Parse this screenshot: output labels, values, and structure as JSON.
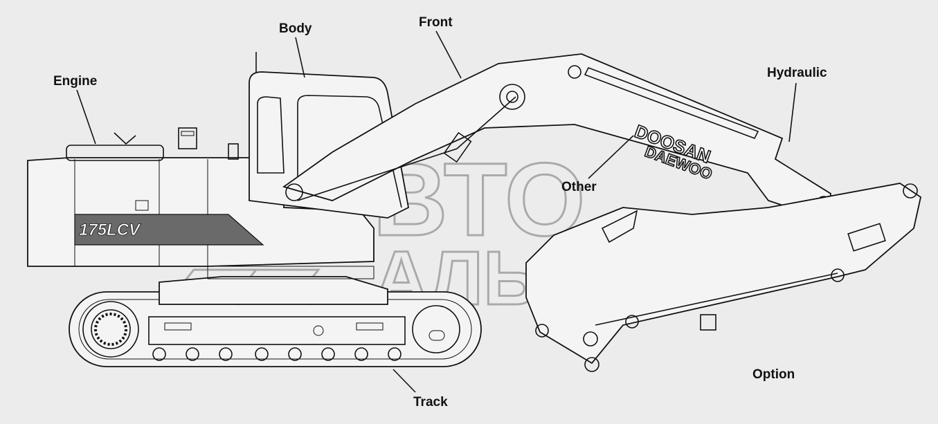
{
  "labels": {
    "engine": "Engine",
    "body": "Body",
    "front": "Front",
    "hydraulic": "Hydraulic",
    "other": "Other",
    "option": "Option",
    "track": "Track"
  },
  "machine": {
    "brand_top": "DOOSAN",
    "brand_bottom": "DAEWOO",
    "model_badge": "175LCV"
  },
  "watermark": {
    "line1": "АВТО",
    "line2": "АЛЬЯНС"
  }
}
